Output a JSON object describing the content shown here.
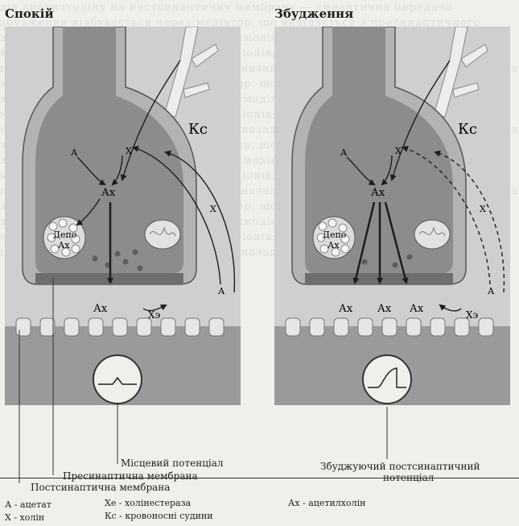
{
  "panels": [
    {
      "title": "Спокій",
      "vessel_label": "Кс",
      "acetate": "А",
      "choline_top": "Х",
      "choline_ext": "Х",
      "acetate_ext": "А",
      "ach_center": "Ах",
      "depot_label_1": "Депо",
      "depot_label_2": "Ах",
      "cleft_ach": [
        "Ах"
      ],
      "enzyme": "Хэ"
    },
    {
      "title": "Збудження",
      "vessel_label": "Кс",
      "acetate": "А",
      "choline_top": "Х",
      "choline_ext": "Х",
      "acetate_ext": "А",
      "ach_center": "Ах",
      "depot_label_1": "Депо",
      "depot_label_2": "Ах",
      "cleft_ach": [
        "Ах",
        "Ах",
        "Ах"
      ],
      "enzyme": "Хэ"
    }
  ],
  "labels": {
    "local_potential": "Місцевий потенціал",
    "presynaptic": "Пресинаптична мембрана",
    "postsynaptic": "Постсинаптична мембрана",
    "excitatory_1": "Збуджуючий постсинаптичний",
    "excitatory_2": "потенціал"
  },
  "legend": {
    "a": "А - ацетат",
    "x": "Х - холін",
    "xe": "Хе - холінестераза",
    "kc": "Кс - кровоносні судини",
    "ax": "Ах - ацетилхолін"
  },
  "colors": {
    "panel_bg": "#cfcfcf",
    "terminal": "#8c8c8c",
    "membrane_wall": "#b3b3b3",
    "postsynaptic_band": "#9a9a9a",
    "vessel": "#ededed"
  }
}
